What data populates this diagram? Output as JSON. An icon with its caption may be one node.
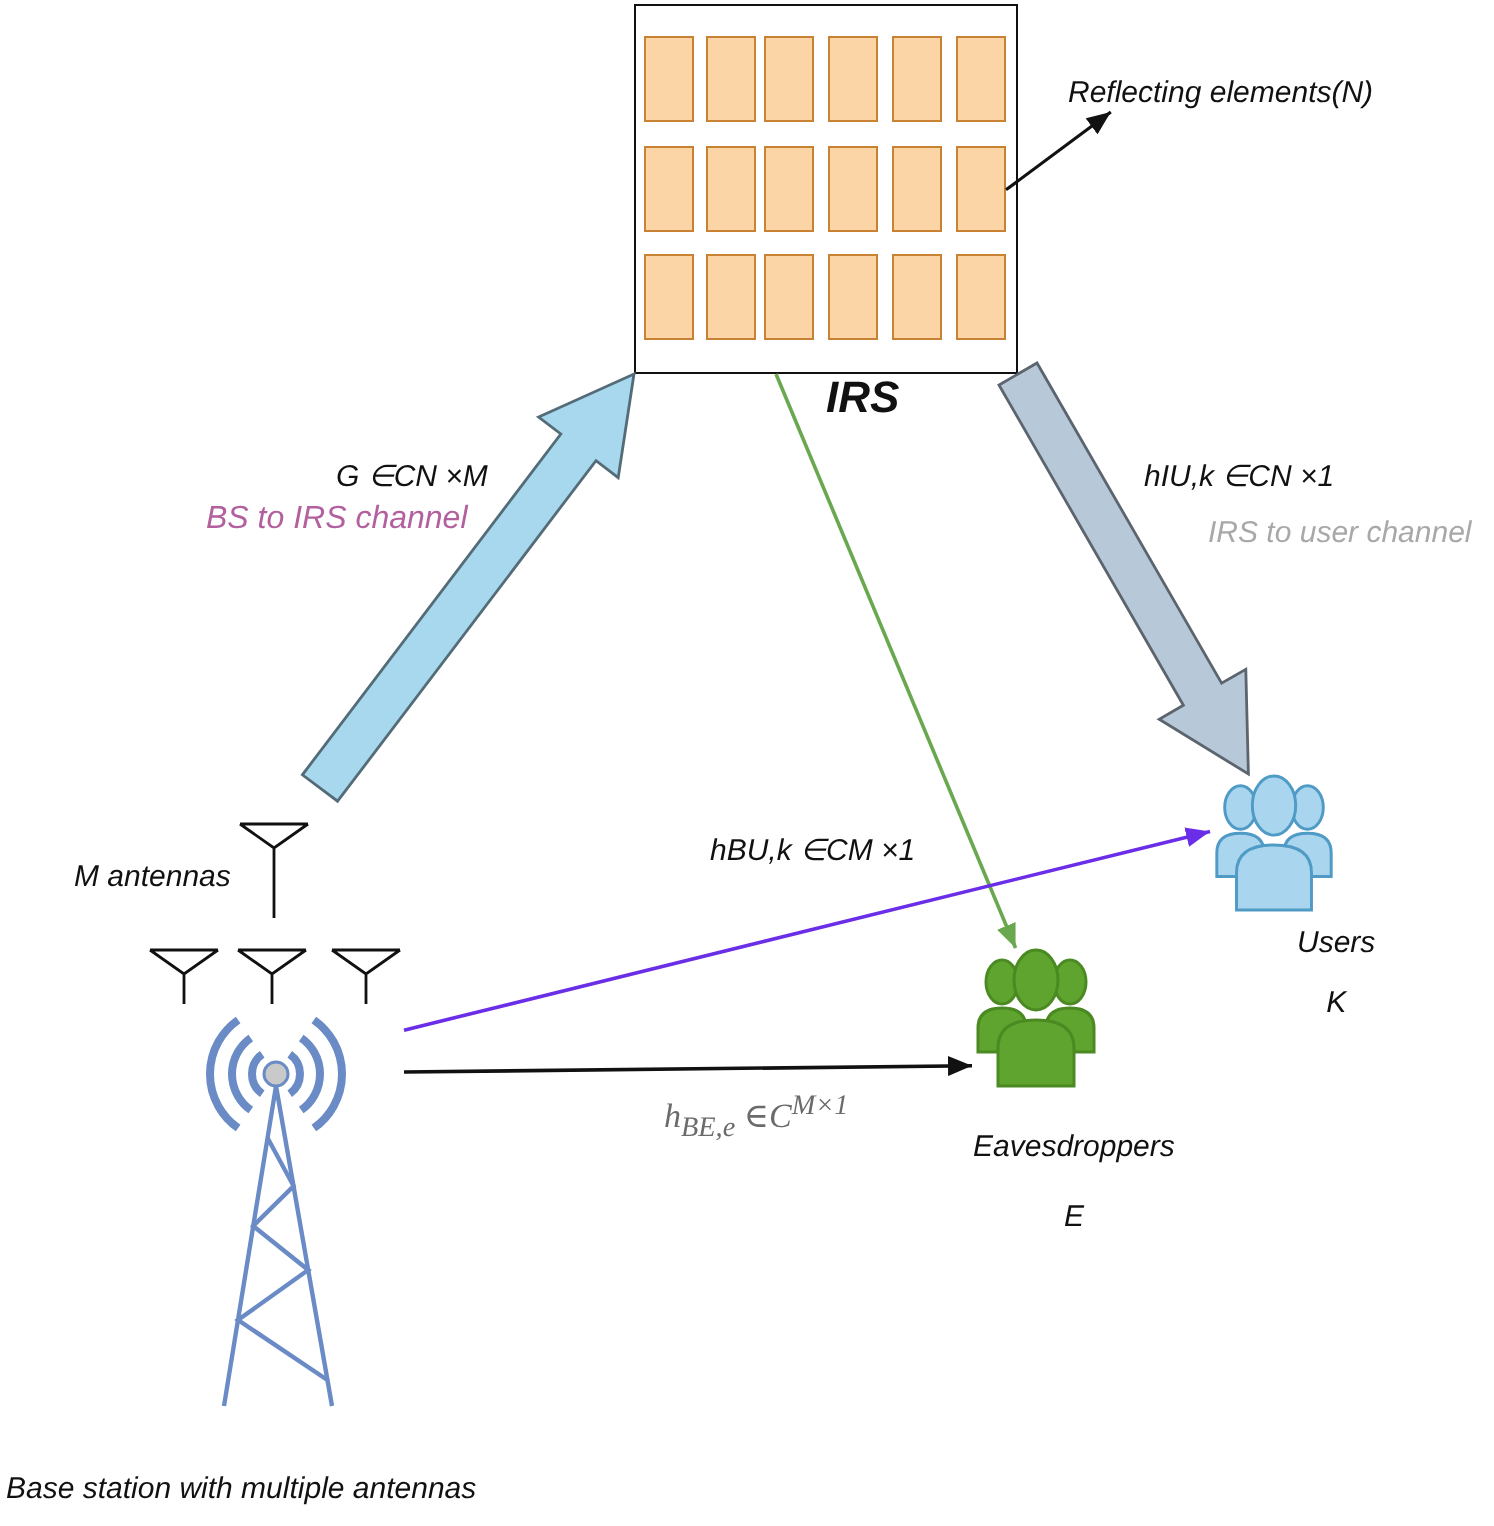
{
  "diagram": {
    "nodes": [
      {
        "text": [],
        "shape": "box",
        "beside": [
          "IRS"
        ]
      },
      {
        "text": [],
        "shape": "box",
        "in": 0
      },
      {
        "text": [],
        "shape": "box",
        "in": 0
      },
      {
        "text": [],
        "shape": "box",
        "in": 0
      },
      {
        "text": [],
        "shape": "box",
        "in": 0
      },
      {
        "text": [],
        "shape": "box",
        "in": 0
      },
      {
        "text": [],
        "shape": "box",
        "in": 0
      },
      {
        "text": [],
        "shape": "box",
        "in": 0
      },
      {
        "text": [],
        "shape": "box",
        "in": 0
      },
      {
        "text": [],
        "shape": "box",
        "in": 0
      },
      {
        "text": [],
        "shape": "box",
        "in": 0
      },
      {
        "text": [],
        "shape": "box",
        "in": 0
      },
      {
        "text": [],
        "shape": "box",
        "in": 0
      },
      {
        "text": [],
        "shape": "box",
        "in": 0
      },
      {
        "text": [],
        "shape": "box",
        "in": 0
      },
      {
        "text": [],
        "shape": "box",
        "in": 0
      },
      {
        "text": [],
        "shape": "box",
        "in": 0
      },
      {
        "text": [],
        "shape": "box",
        "in": 0
      },
      {
        "text": [],
        "shape": "box",
        "in": 0
      },
      {
        "text": [
          "Reflecting elements(N)"
        ]
      },
      {
        "text": [],
        "shape": "picture",
        "beside": [
          "Base station with multiple antennas"
        ]
      },
      {
        "text": [],
        "shape": "person",
        "beside": [
          "Users K"
        ]
      },
      {
        "text": [],
        "shape": "person",
        "beside": [
          "Eavesdroppers E"
        ]
      }
    ],
    "edges": [
      {
        "from": 20,
        "to": 0,
        "arrow": "to",
        "label": "G ∈CN ×M",
        "style": "thick",
        "color": "#a8d8ee"
      },
      {
        "from": 0,
        "to": 21,
        "arrow": "to",
        "label": "hIU,k ∈CN ×1",
        "style": "thick",
        "color": "#b7c8d9"
      },
      {
        "from": 0,
        "to": 22,
        "arrow": "to",
        "color": "#6aa84f"
      },
      {
        "from": 20,
        "to": 21,
        "arrow": "to",
        "label": "hBU,k ∈CM ×1",
        "color": "#6a2ee8"
      },
      {
        "from": 20,
        "to": 22,
        "arrow": "to",
        "label": "h$_{BE,e}$ ∈C$^{M×1}$"
      },
      {
        "from": 12,
        "to": 19,
        "arrow": "to"
      }
    ],
    "labels": [
      "BS to IRS channel",
      "IRS to user channel",
      "M antennas"
    ]
  }
}
